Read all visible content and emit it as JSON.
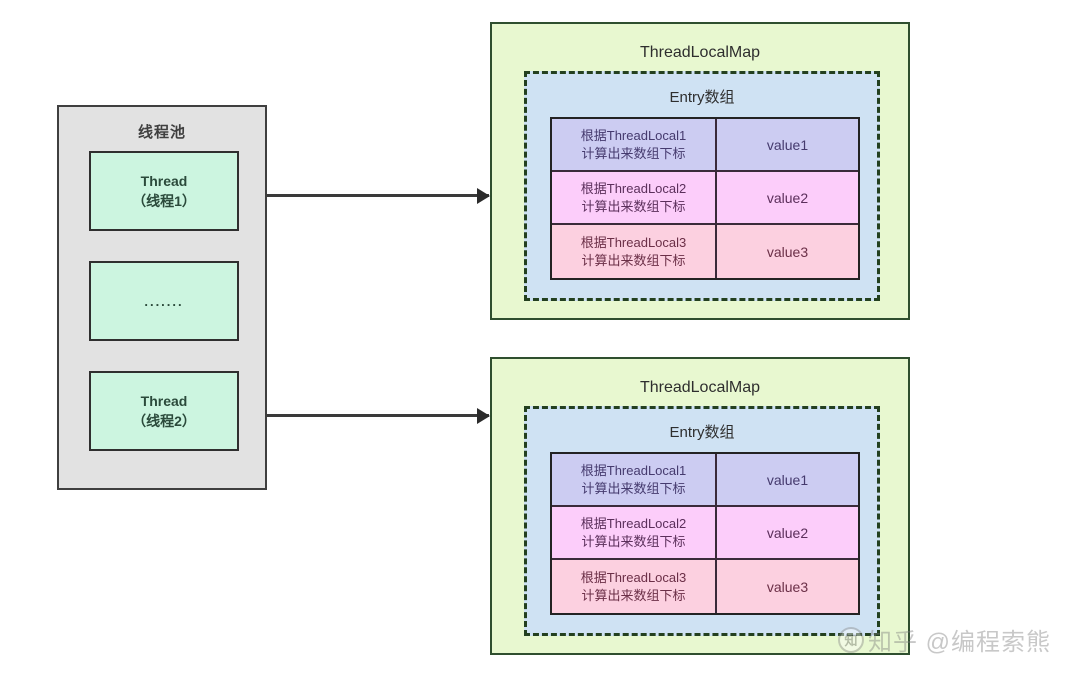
{
  "diagram": {
    "title": "ThreadLocal / ThreadLocalMap structure",
    "colors": {
      "pool_fill": "#e2e2e2",
      "pool_border": "#3f3f3f",
      "thread_fill": "#ccf5e0",
      "thread_border": "#2f2f2f",
      "map_fill": "#e8f8d0",
      "map_border": "#2f4f2f",
      "entry_fill": "#cfe2f3",
      "entry_dash_border": "#23401f",
      "row1_fill": "#ccccf2",
      "row2_fill": "#fccdfa",
      "row3_fill": "#fcd0e0",
      "arrow": "#2b2b2b"
    }
  },
  "pool": {
    "title": "线程池",
    "threads": [
      {
        "name": "Thread",
        "alias": "（线程1）",
        "type": "thread"
      },
      {
        "name": "",
        "alias": "",
        "type": "ellipsis",
        "dots": "......."
      },
      {
        "name": "Thread",
        "alias": "（线程2）",
        "type": "thread"
      }
    ]
  },
  "arrows": [
    {
      "from": "thread-1",
      "to": "threadlocalmap-1"
    },
    {
      "from": "thread-2",
      "to": "threadlocalmap-2"
    }
  ],
  "maps": [
    {
      "title": "ThreadLocalMap",
      "entry_title": "Entry数组",
      "rows": [
        {
          "key_line1": "根据ThreadLocal1",
          "key_line2": "计算出来数组下标",
          "value": "value1"
        },
        {
          "key_line1": "根据ThreadLocal2",
          "key_line2": "计算出来数组下标",
          "value": "value2"
        },
        {
          "key_line1": "根据ThreadLocal3",
          "key_line2": "计算出来数组下标",
          "value": "value3"
        }
      ]
    },
    {
      "title": "ThreadLocalMap",
      "entry_title": "Entry数组",
      "rows": [
        {
          "key_line1": "根据ThreadLocal1",
          "key_line2": "计算出来数组下标",
          "value": "value1"
        },
        {
          "key_line1": "根据ThreadLocal2",
          "key_line2": "计算出来数组下标",
          "value": "value2"
        },
        {
          "key_line1": "根据ThreadLocal3",
          "key_line2": "计算出来数组下标",
          "value": "value3"
        }
      ]
    }
  ],
  "watermark": {
    "logo_glyph": "知",
    "text": "知乎 @编程索熊"
  }
}
